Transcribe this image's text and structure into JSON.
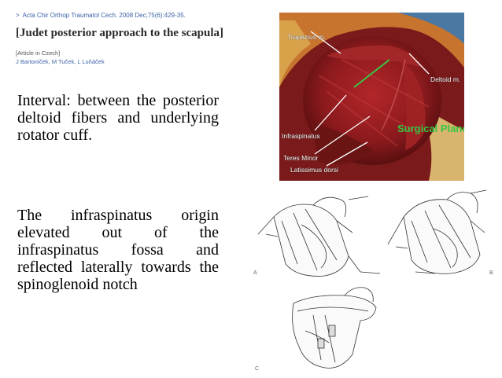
{
  "citation": {
    "journal": "Acta Chir Orthop Traumatol Cech. 2008 Dec;75(6):429-35.",
    "title": "[Judet posterior approach to the scapula]",
    "article_language": "[Article in Czech]",
    "authors": "J Bartoníček, M Tuček, L Luňáček"
  },
  "body": {
    "paragraph1": "Interval: between the posterior deltoid fibers and underlying rotator cuff.",
    "paragraph2": "The infraspinatus origin elevated out of the infraspinatus fossa and reflected laterally towards the spinoglenoid notch"
  },
  "photo_labels": {
    "trapezius": "Trapezius m.",
    "deltoid": "Deltoid m.",
    "infraspinatus": "Infraspinatus",
    "surgical_plane": "Surgical Plane",
    "teres_minor": "Teres Minor",
    "latissimus": "Latissimus dorsi"
  },
  "figure_letters": {
    "a": "A",
    "b": "B",
    "c": "C"
  }
}
